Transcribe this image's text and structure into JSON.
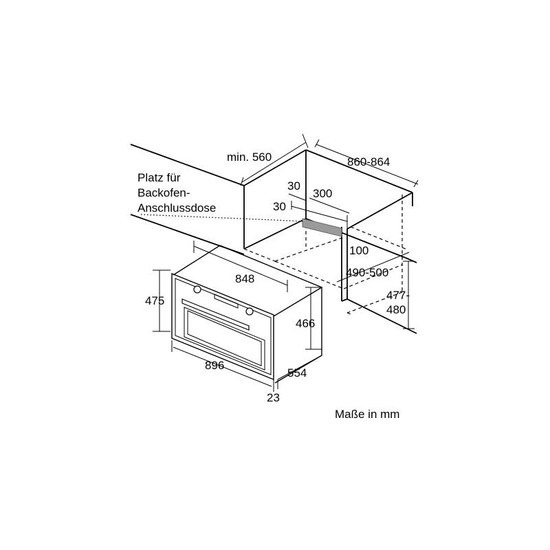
{
  "labels": {
    "outlet_note": [
      "Platz für",
      "Backofen-",
      "Anschlussdose"
    ],
    "units_note": "Maße in mm"
  },
  "dimensions": {
    "niche_depth_min": "min. 560",
    "niche_width": "860-864",
    "outlet_offset_top": "30",
    "outlet_offset_side": "30",
    "outlet_width": "300",
    "outlet_height": "100",
    "niche_height_range": "490-500",
    "front_height_range_a": "477-",
    "front_height_range_b": "480",
    "body_width": "848",
    "front_height": "475",
    "body_height": "466",
    "front_width": "896",
    "body_depth": "554",
    "front_thickness": "23"
  }
}
